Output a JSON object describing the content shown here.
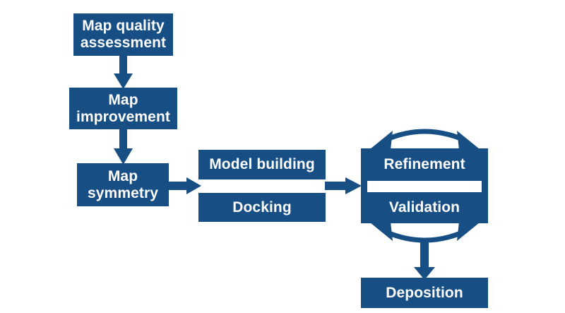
{
  "diagram": {
    "type": "flowchart",
    "orientation": "left-to-right with vertical sub-flows",
    "theme": {
      "node_fill": "#174E84",
      "node_text": "#FFFFFF",
      "arrow_color": "#174E84",
      "background": "#FFFFFF"
    },
    "nodes": [
      {
        "id": "map-quality",
        "label": "Map quality\nassessment",
        "line1": "Map quality",
        "line2": "assessment"
      },
      {
        "id": "map-improve",
        "label": "Map\nimprovement",
        "line1": "Map",
        "line2": "improvement"
      },
      {
        "id": "map-symmetry",
        "label": "Map\nsymmetry",
        "line1": "Map",
        "line2": "symmetry"
      },
      {
        "id": "model-building",
        "label": "Model building"
      },
      {
        "id": "docking",
        "label": "Docking"
      },
      {
        "id": "refinement",
        "label": "Refinement"
      },
      {
        "id": "validation",
        "label": "Validation"
      },
      {
        "id": "deposition",
        "label": "Deposition"
      }
    ],
    "edges": [
      {
        "from": "map-quality",
        "to": "map-improve",
        "style": "straight-arrow",
        "direction": "down"
      },
      {
        "from": "map-improve",
        "to": "map-symmetry",
        "style": "straight-arrow",
        "direction": "down"
      },
      {
        "from": "map-symmetry",
        "to": "model-building",
        "style": "straight-arrow",
        "direction": "right"
      },
      {
        "from": "docking",
        "to": "refinement",
        "style": "straight-arrow",
        "direction": "right"
      },
      {
        "from": "refinement",
        "to": "validation",
        "style": "curved-cycle-arrow",
        "direction": "clockwise"
      },
      {
        "from": "validation",
        "to": "refinement",
        "style": "curved-cycle-arrow",
        "direction": "clockwise"
      },
      {
        "from": "validation",
        "to": "deposition",
        "style": "straight-arrow",
        "direction": "down"
      }
    ]
  }
}
